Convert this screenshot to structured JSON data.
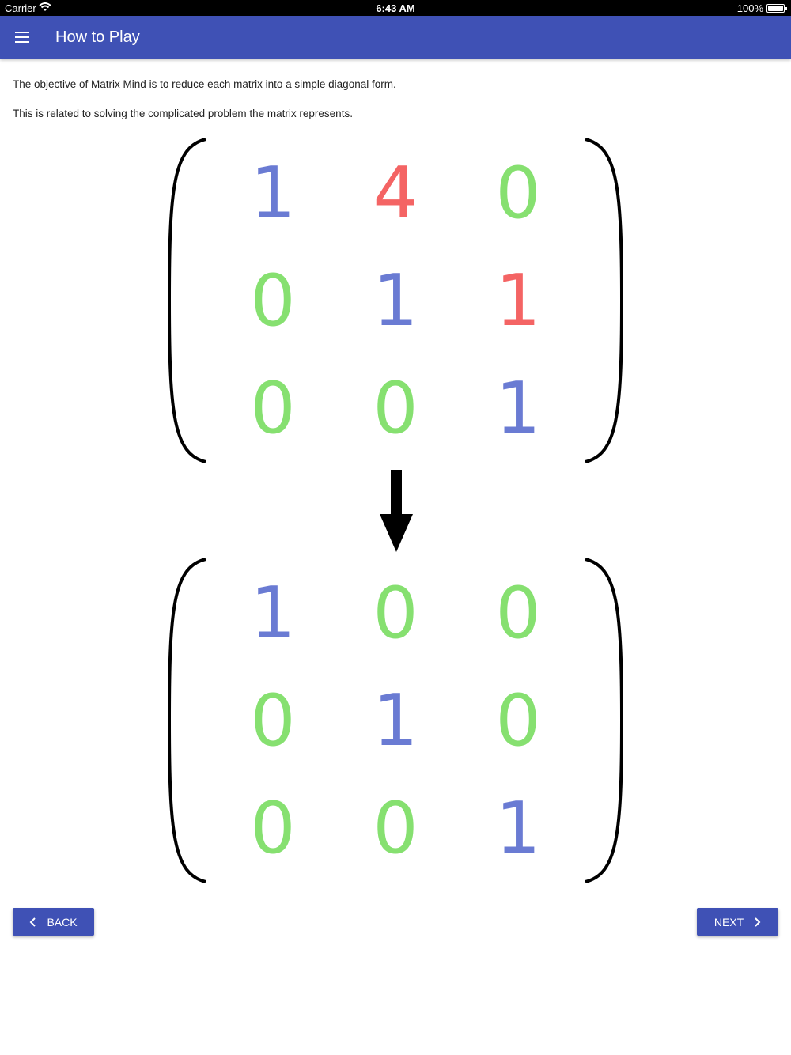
{
  "status_bar": {
    "carrier": "Carrier",
    "time": "6:43 AM",
    "battery": "100%"
  },
  "app_bar": {
    "title": "How to Play",
    "menu_icon": "hamburger-menu-icon"
  },
  "content": {
    "paragraph_1": "The objective of Matrix Mind is to reduce each matrix into a simple diagonal form.",
    "paragraph_2": "This is related to solving the complicated problem the matrix represents."
  },
  "colors": {
    "blue": "#6a7bd3",
    "red": "#f46464",
    "green": "#86e070",
    "primary": "#3f51b5"
  },
  "matrix_before": [
    [
      {
        "v": "1",
        "color": "blue"
      },
      {
        "v": "4",
        "color": "red"
      },
      {
        "v": "0",
        "color": "green"
      }
    ],
    [
      {
        "v": "0",
        "color": "green"
      },
      {
        "v": "1",
        "color": "blue"
      },
      {
        "v": "1",
        "color": "red"
      }
    ],
    [
      {
        "v": "0",
        "color": "green"
      },
      {
        "v": "0",
        "color": "green"
      },
      {
        "v": "1",
        "color": "blue"
      }
    ]
  ],
  "matrix_after": [
    [
      {
        "v": "1",
        "color": "blue"
      },
      {
        "v": "0",
        "color": "green"
      },
      {
        "v": "0",
        "color": "green"
      }
    ],
    [
      {
        "v": "0",
        "color": "green"
      },
      {
        "v": "1",
        "color": "blue"
      },
      {
        "v": "0",
        "color": "green"
      }
    ],
    [
      {
        "v": "0",
        "color": "green"
      },
      {
        "v": "0",
        "color": "green"
      },
      {
        "v": "1",
        "color": "blue"
      }
    ]
  ],
  "navigation": {
    "back_label": "BACK",
    "next_label": "NEXT"
  }
}
